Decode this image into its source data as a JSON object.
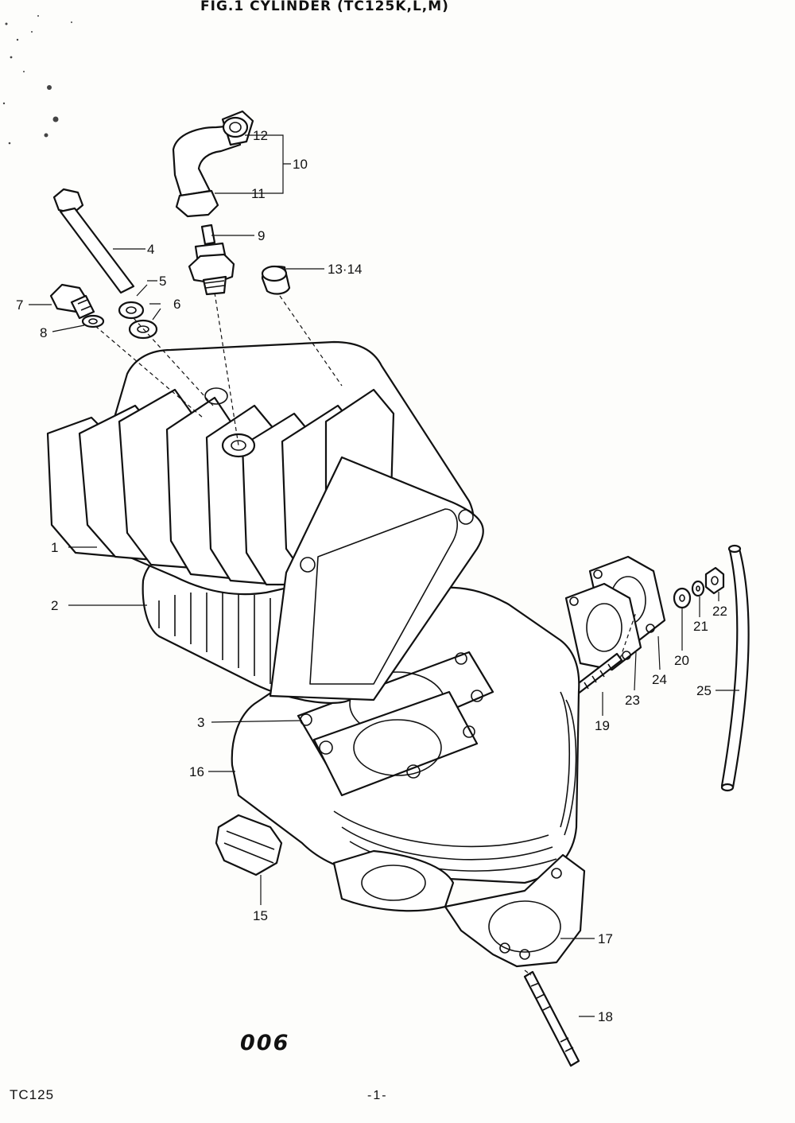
{
  "header": {
    "title": "FIG.1  CYLINDER (TC125K,L,M)"
  },
  "callouts": [
    {
      "id": "1",
      "text": "1"
    },
    {
      "id": "2",
      "text": "2"
    },
    {
      "id": "3",
      "text": "3"
    },
    {
      "id": "4",
      "text": "4"
    },
    {
      "id": "5",
      "text": "5"
    },
    {
      "id": "6",
      "text": "6"
    },
    {
      "id": "7",
      "text": "7"
    },
    {
      "id": "8",
      "text": "8"
    },
    {
      "id": "9",
      "text": "9"
    },
    {
      "id": "10",
      "text": "10"
    },
    {
      "id": "11",
      "text": "11"
    },
    {
      "id": "12",
      "text": "12"
    },
    {
      "id": "13-14",
      "text": "13·14"
    },
    {
      "id": "15",
      "text": "15"
    },
    {
      "id": "16",
      "text": "16"
    },
    {
      "id": "17",
      "text": "17"
    },
    {
      "id": "18",
      "text": "18"
    },
    {
      "id": "19",
      "text": "19"
    },
    {
      "id": "20",
      "text": "20"
    },
    {
      "id": "21",
      "text": "21"
    },
    {
      "id": "22",
      "text": "22"
    },
    {
      "id": "23",
      "text": "23"
    },
    {
      "id": "24",
      "text": "24"
    },
    {
      "id": "25",
      "text": "25"
    }
  ],
  "footer": {
    "code": "006",
    "model": "TC125",
    "page": "-1-"
  },
  "colors": {
    "ink": "#111111",
    "paper": "#fdfdfb"
  }
}
